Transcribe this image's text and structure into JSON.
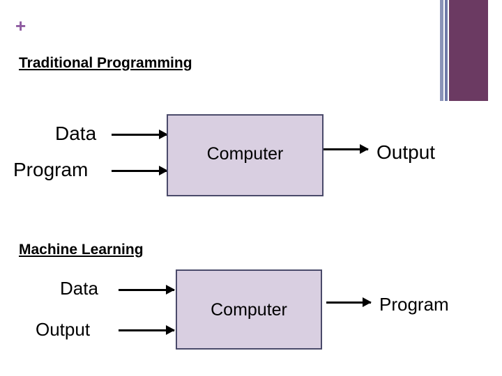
{
  "slide": {
    "plus_mark": "+",
    "sections": [
      {
        "title": "Traditional Programming",
        "inputs": [
          "Data",
          "Program"
        ],
        "process": "Computer",
        "output": "Output"
      },
      {
        "title": "Machine Learning",
        "inputs": [
          "Data",
          "Output"
        ],
        "process": "Computer",
        "output": "Program"
      }
    ]
  },
  "colors": {
    "box_fill": "#d9cfe1",
    "box_border": "#4a4a6a",
    "accent_purple": "#6b3a62",
    "accent_blue": "#8a93b8",
    "plus_mark": "#8e5aa0"
  }
}
